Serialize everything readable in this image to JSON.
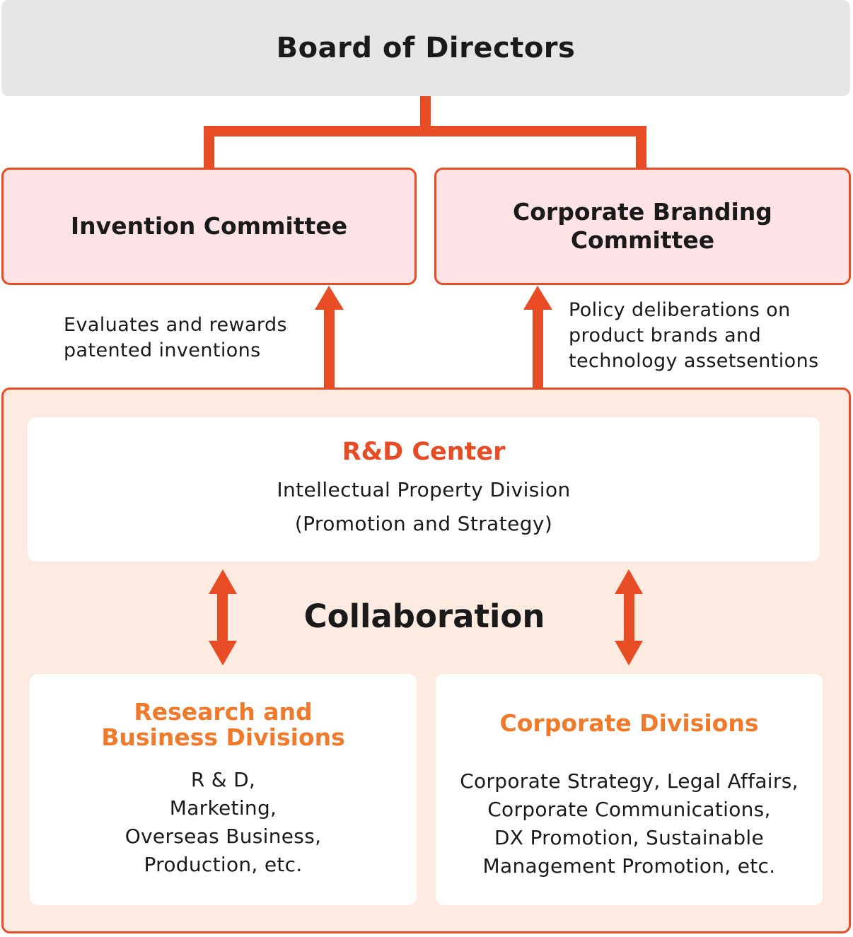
{
  "board": {
    "title": "Board of Directors"
  },
  "committees": {
    "invention": "Invention Committee",
    "branding_lines": [
      "Corporate Branding",
      "Committee"
    ]
  },
  "notes": {
    "invention": "Evaluates and rewards\npatented inventions",
    "branding": "Policy deliberations on\nproduct brands and\ntechnology assetsentions"
  },
  "rd_center": {
    "title": "R&D Center",
    "lines": [
      "Intellectual Property Division",
      "(Promotion and Strategy)"
    ]
  },
  "collaboration": "Collaboration",
  "research": {
    "title": "Research and\nBusiness Divisions",
    "lines": [
      "R & D,",
      "Marketing,",
      "Overseas Business,",
      "Production, etc."
    ]
  },
  "corporate": {
    "title": "Corporate Divisions",
    "lines": [
      "Corporate Strategy, Legal Affairs,",
      "Corporate Communications,",
      "DX Promotion, Sustainable",
      "Management Promotion, etc."
    ]
  },
  "colors": {
    "accent": "#e84c24",
    "subtitle": "#f07a2c",
    "pink": "#fde2e6",
    "peach": "#fdebe2",
    "gray": "#e7e6e6"
  }
}
